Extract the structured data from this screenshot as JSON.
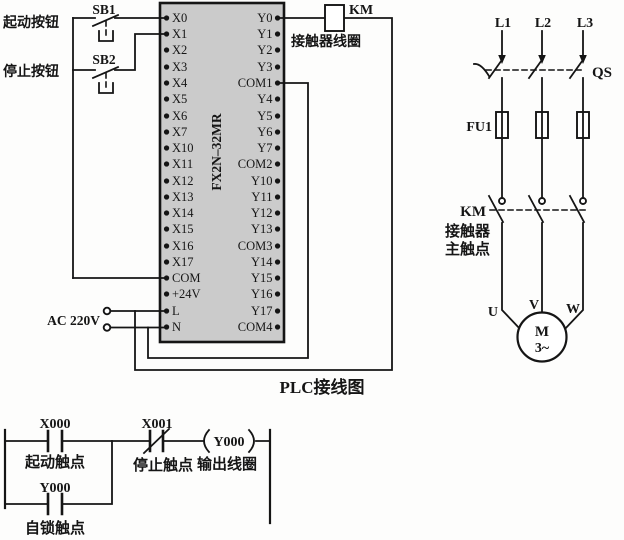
{
  "diagram_title": "PLC接线图",
  "plc": {
    "model": "FX2N–32MR",
    "body_color": "#cbcbcb",
    "left_terminals": [
      "X0",
      "X1",
      "X2",
      "X3",
      "X4",
      "X5",
      "X6",
      "X7",
      "X10",
      "X11",
      "X12",
      "X13",
      "X14",
      "X15",
      "X16",
      "X17",
      "COM",
      "+24V",
      "L",
      "N"
    ],
    "right_terminals": [
      "Y0",
      "Y1",
      "Y2",
      "Y3",
      "COM1",
      "Y4",
      "Y5",
      "Y6",
      "Y7",
      "COM2",
      "Y10",
      "Y11",
      "Y12",
      "Y13",
      "COM3",
      "Y14",
      "Y15",
      "Y16",
      "Y17",
      "COM4"
    ]
  },
  "input_side": {
    "start_button_id": "SB1",
    "start_button_label": "起动按钮",
    "stop_button_id": "SB2",
    "stop_button_label": "停止按钮",
    "power_label": "AC 220V"
  },
  "output_side": {
    "contactor_id": "KM",
    "contactor_coil_label": "接触器线圈"
  },
  "motor_circuit": {
    "phase_labels": [
      "L1",
      "L2",
      "L3"
    ],
    "switch_label": "QS",
    "fuse_label": "FU1",
    "contactor_label": "KM",
    "contactor_sub_label_1": "接触器",
    "contactor_sub_label_2": "主触点",
    "motor_terminals": [
      "U",
      "V",
      "W"
    ],
    "motor_letter": "M",
    "motor_phase": "3~"
  },
  "ladder": {
    "start_contact": {
      "id": "X000",
      "label": "起动触点"
    },
    "stop_contact": {
      "id": "X001",
      "label": "停止触点"
    },
    "output_coil": {
      "id": "Y000",
      "label": "输出线圈"
    },
    "latch_contact": {
      "id": "Y000",
      "label": "自锁触点"
    }
  }
}
